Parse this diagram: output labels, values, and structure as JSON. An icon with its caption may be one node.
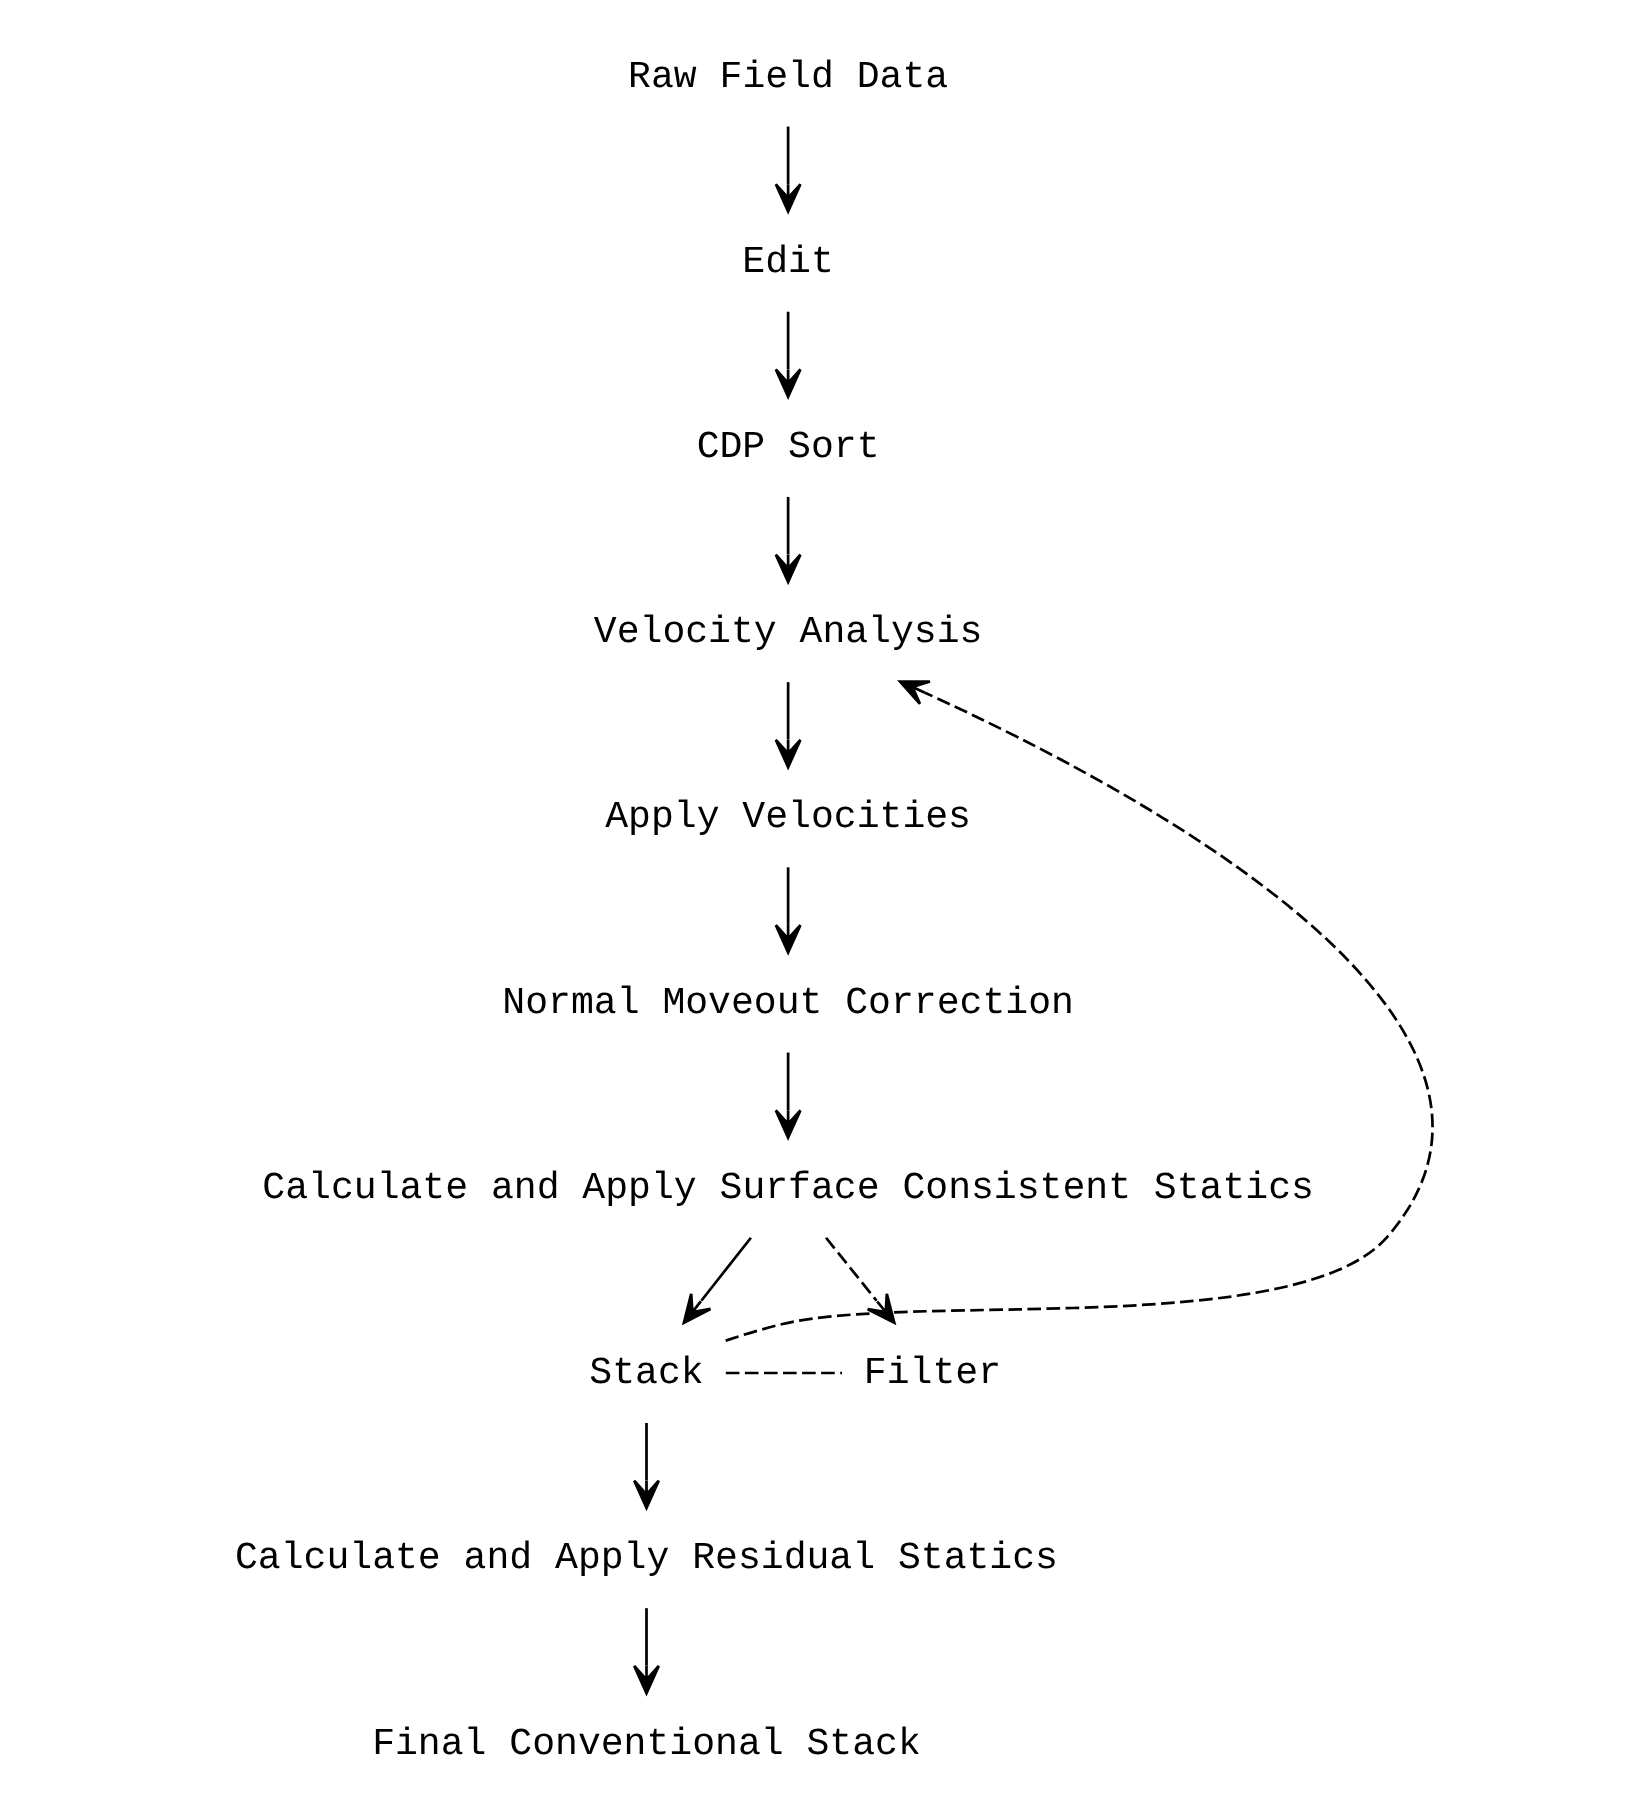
{
  "diagram": {
    "nodes": [
      {
        "text": [
          "Raw Field Data"
        ]
      },
      {
        "text": [
          "Edit"
        ]
      },
      {
        "text": [
          "CDP Sort"
        ]
      },
      {
        "text": [
          "Velocity Analysis"
        ]
      },
      {
        "text": [
          "Apply Velocities"
        ]
      },
      {
        "text": [
          "Normal Moveout Correction"
        ]
      },
      {
        "text": [
          "Calculate and Apply Surface Consistent Statics"
        ]
      },
      {
        "text": [
          "Stack"
        ]
      },
      {
        "text": [
          "Filter"
        ]
      },
      {
        "text": [
          "Calculate and Apply Residual Statics"
        ]
      },
      {
        "text": [
          "Final Conventional Stack"
        ]
      }
    ],
    "edges": [
      {
        "from": 0,
        "to": 1,
        "arrow": "to"
      },
      {
        "from": 1,
        "to": 2,
        "arrow": "to"
      },
      {
        "from": 2,
        "to": 3,
        "arrow": "to"
      },
      {
        "from": 3,
        "to": 4,
        "arrow": "to"
      },
      {
        "from": 4,
        "to": 5,
        "arrow": "to"
      },
      {
        "from": 5,
        "to": 6,
        "arrow": "to"
      },
      {
        "from": 6,
        "to": 7,
        "arrow": "to"
      },
      {
        "from": 6,
        "to": 8,
        "arrow": "to",
        "style": "dashed"
      },
      {
        "from": 7,
        "to": 3,
        "arrow": "to",
        "style": "dashed"
      },
      {
        "from": 7,
        "to": 8,
        "arrow": "none",
        "style": "dashed"
      },
      {
        "from": 7,
        "to": 9,
        "arrow": "to"
      },
      {
        "from": 9,
        "to": 10,
        "arrow": "to"
      }
    ]
  }
}
